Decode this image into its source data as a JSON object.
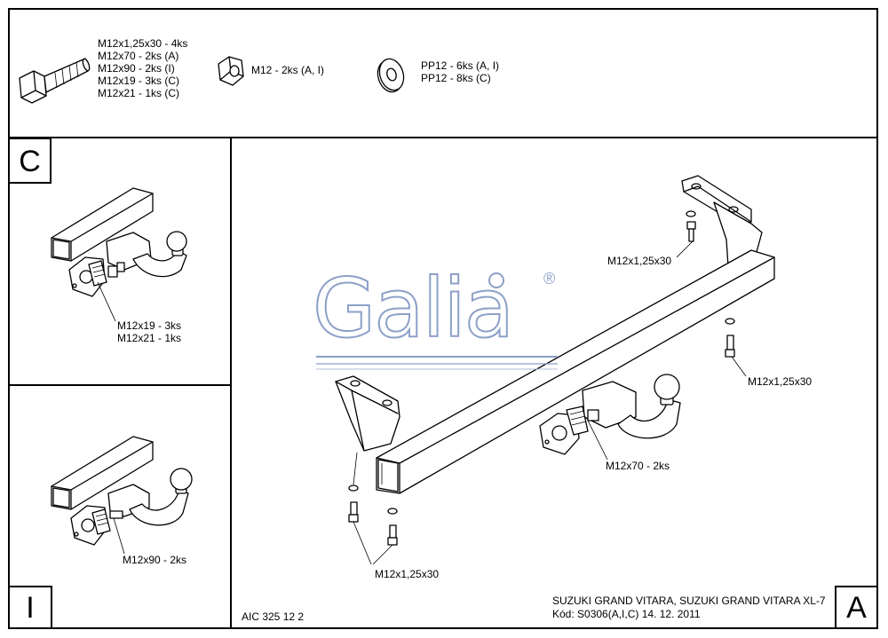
{
  "hardware": {
    "bolt_lines": [
      "M12x1,25x30 - 4ks",
      "M12x70 - 2ks (A)",
      "M12x90 - 2ks (I)",
      "M12x19 - 3ks (C)",
      "M12x21 - 1ks (C)"
    ],
    "nut_line": "M12 - 2ks (A, I)",
    "washer_lines": [
      "PP12 - 6ks (A, I)",
      "PP12 - 8ks (C)"
    ]
  },
  "panel_c": {
    "letter": "C",
    "callout_lines": [
      "M12x19 - 3ks",
      "M12x21 - 1ks"
    ]
  },
  "panel_i": {
    "letter": "I",
    "callout": "M12x90 - 2ks"
  },
  "panel_a": {
    "letter": "A",
    "callout_bolt_top": "M12x1,25x30",
    "callout_bolt_right": "M12x1,25x30",
    "callout_ball": "M12x70 - 2ks",
    "callout_bolt_bottom": "M12x1,25x30"
  },
  "logo": {
    "text": "Galia",
    "mark": "®"
  },
  "footer": {
    "doc_number": "AIC 325 12 2",
    "vehicle": "SUZUKI GRAND VITARA, SUZUKI GRAND VITARA XL-7",
    "code_date": "Kód: S0306(A,I,C)  14. 12. 2011"
  }
}
